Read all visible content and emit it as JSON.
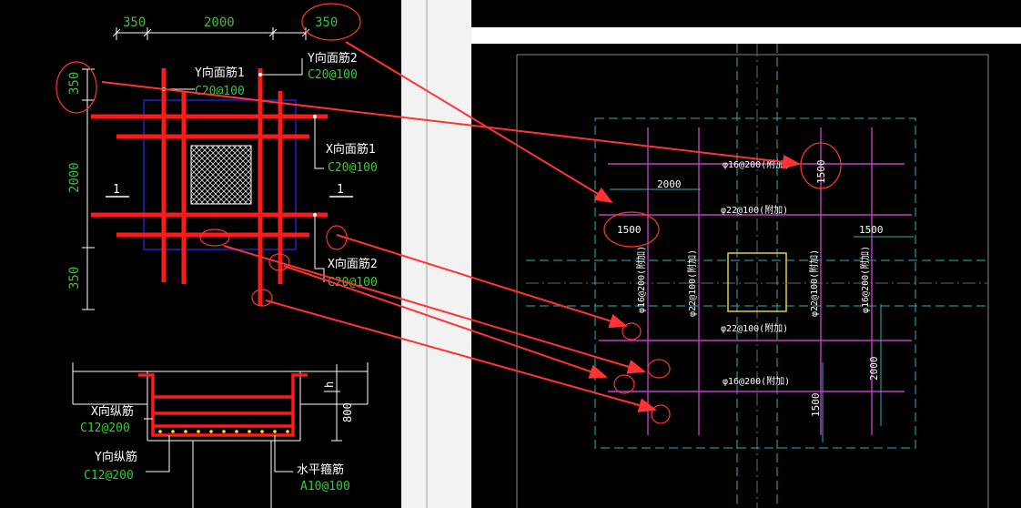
{
  "left_drawing": {
    "top_dims": [
      "350",
      "2000",
      "350"
    ],
    "left_dims": [
      "350",
      "2000",
      "350"
    ],
    "section_mark": "1",
    "labels": {
      "y_top_bar_1": "Y向面筋1",
      "y_top_bar_1_spec": "C20@100",
      "y_top_bar_2": "Y向面筋2",
      "y_top_bar_2_spec": "C20@100",
      "x_top_bar_1": "X向面筋1",
      "x_top_bar_1_spec": "C20@100",
      "x_top_bar_2": "X向面筋2",
      "x_top_bar_2_spec": "C20@100"
    },
    "section": {
      "x_long_bar": "X向纵筋",
      "x_long_bar_spec": "C12@200",
      "y_long_bar": "Y向纵筋",
      "y_long_bar_spec": "C12@200",
      "h_stirrup": "水平箍筋",
      "h_stirrup_spec": "A10@100",
      "dim_h": "h",
      "dim_800": "800"
    }
  },
  "right_drawing": {
    "dims": {
      "d2000_top": "2000",
      "d1500_left": "1500",
      "d1500_right": "1500",
      "d1500_top_right": "1500",
      "d2000_right": "2000",
      "d1500_bottom": "1500"
    },
    "bar_labels": {
      "top_outer": "φ16@200(附加)",
      "top_inner": "φ22@100(附加)",
      "bottom_inner": "φ22@100(附加)",
      "bottom_outer": "φ16@200(附加)",
      "left_outer": "φ16@200(附加)",
      "left_inner": "φ22@100(附加)",
      "right_inner": "φ22@100(附加)",
      "right_outer": "φ16@200(附加)"
    }
  },
  "colors": {
    "rebar": "#ff1a1a",
    "annotation": "#ff3333",
    "dim_green": "#3fbf3f",
    "label_white": "#ffffff",
    "spec_green": "#33cc33",
    "column_blue": "#2222cc",
    "magenta": "#c040c0",
    "cyan_dash": "#2fb0b0",
    "yellow_col": "#e0d040"
  }
}
